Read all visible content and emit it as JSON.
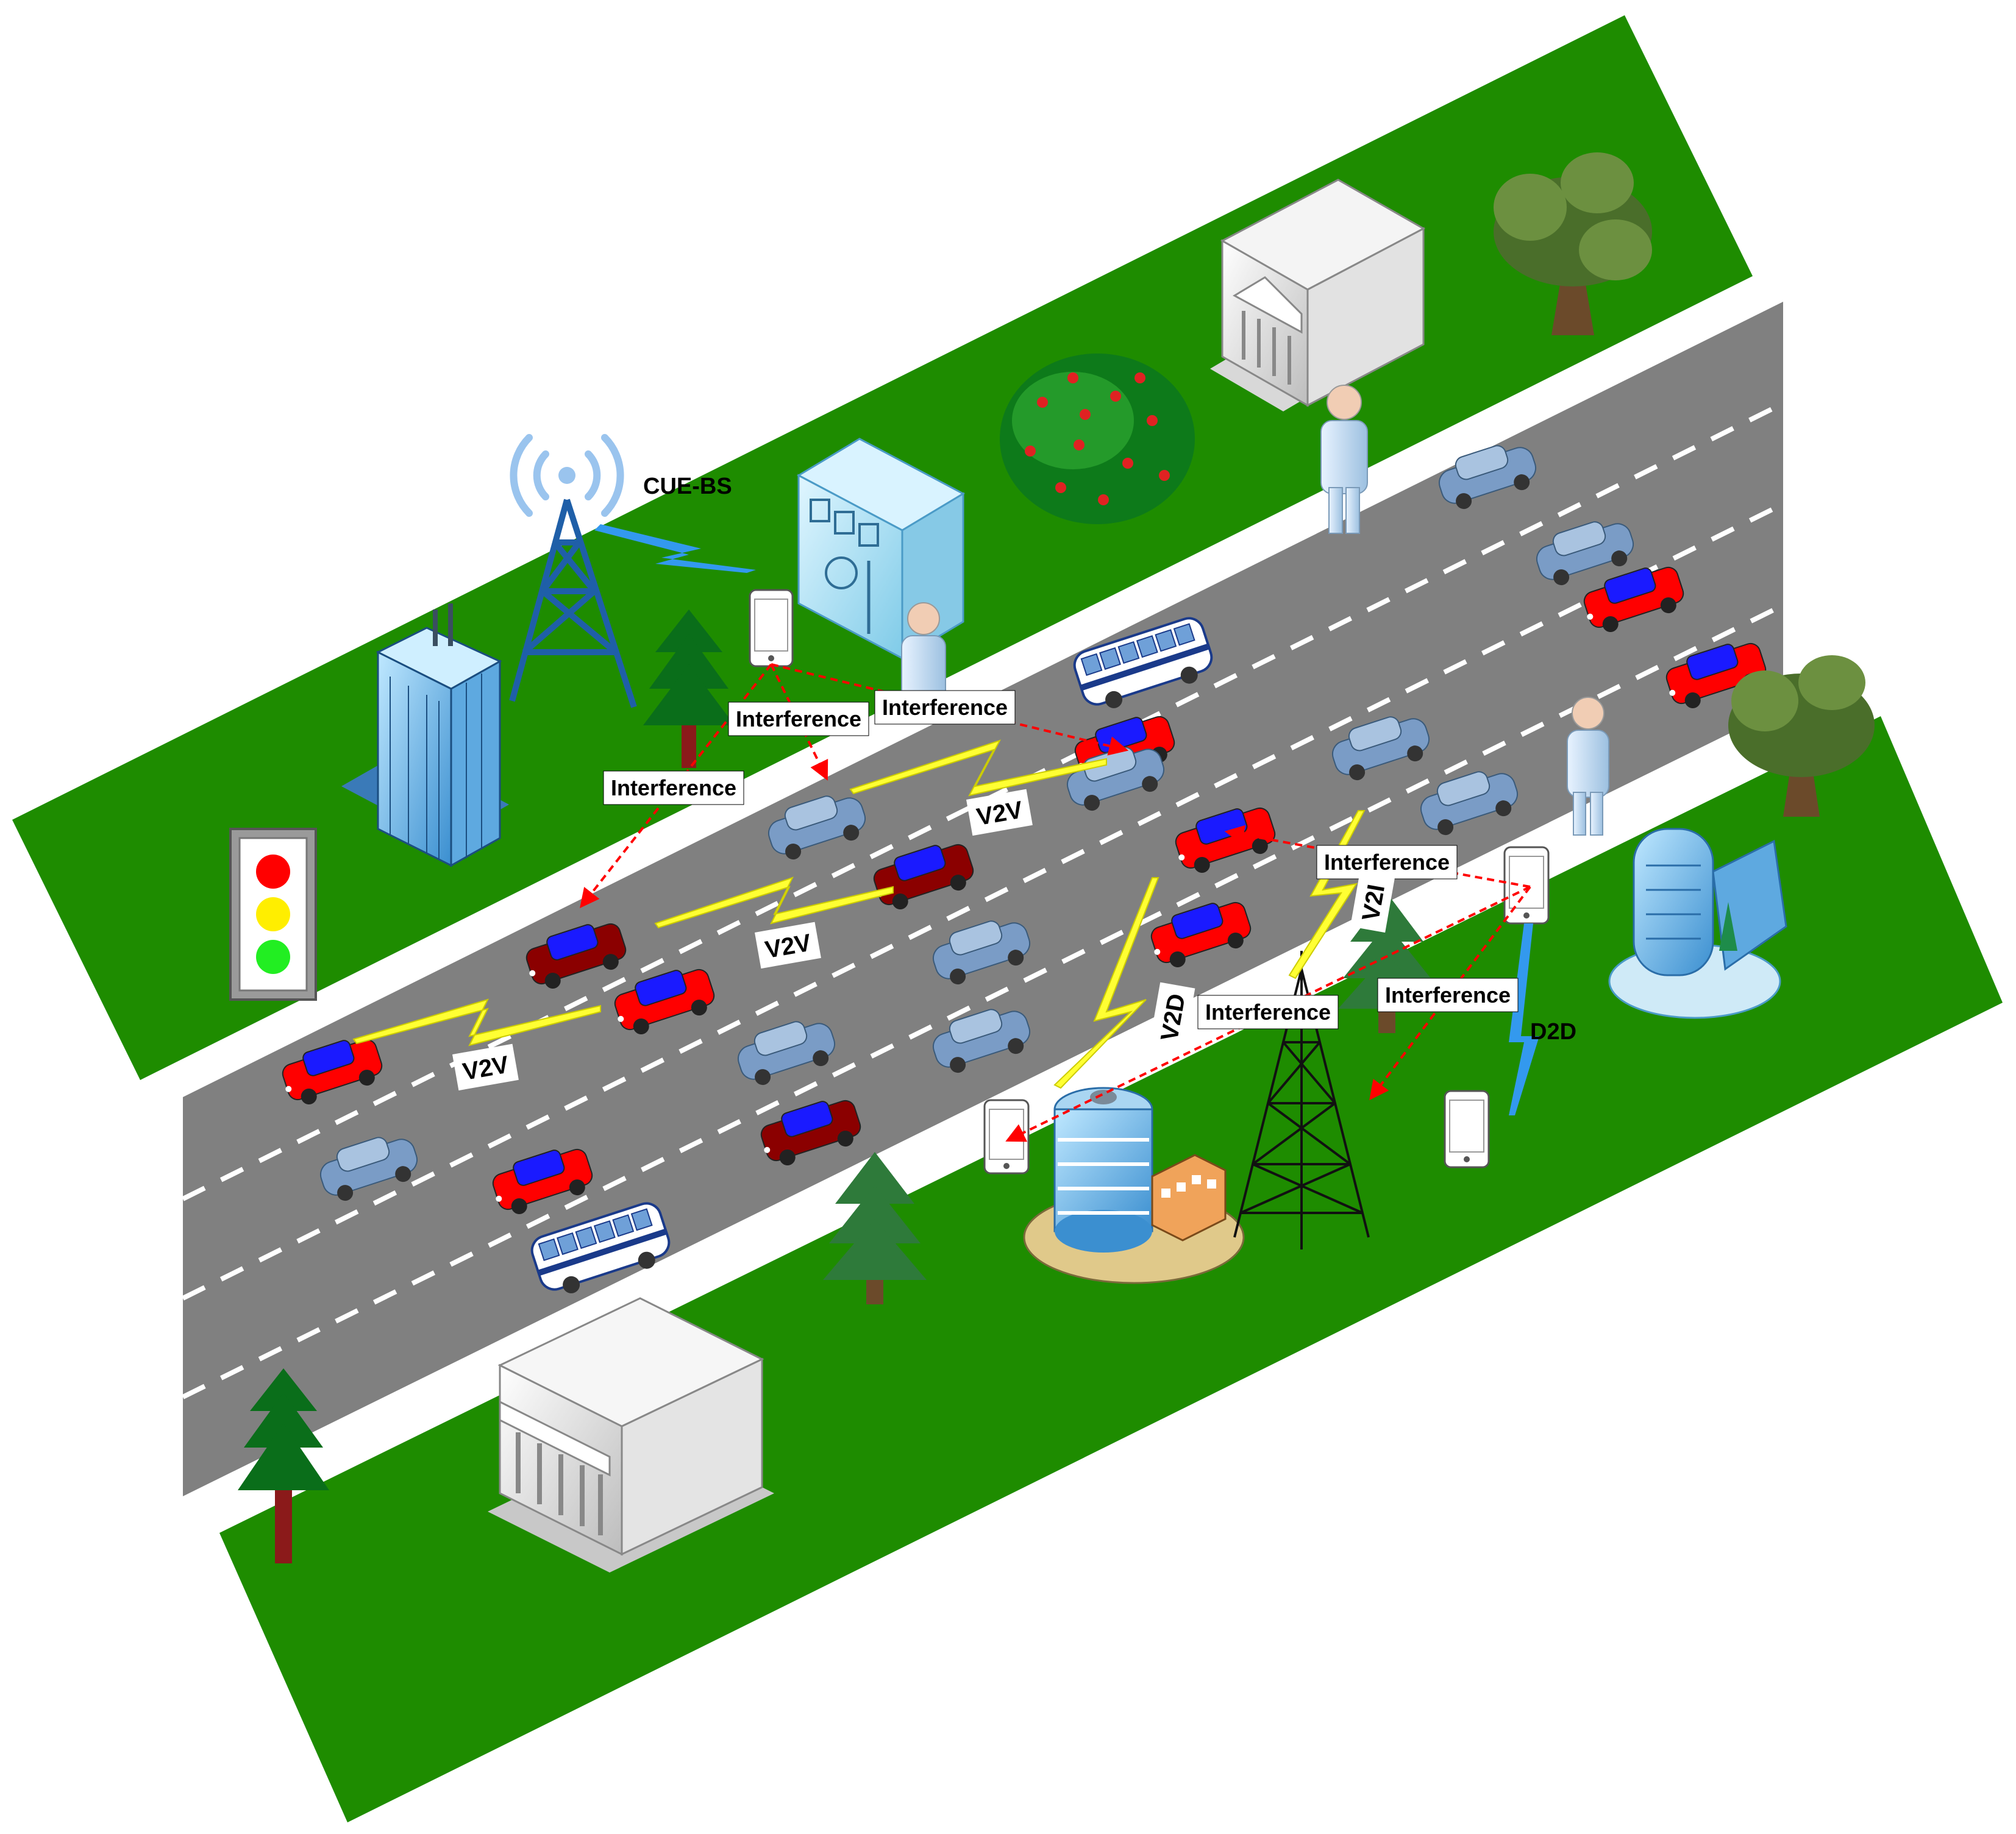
{
  "labels": {
    "cue_bs": "CUE-BS",
    "d2d": "D2D",
    "v2v": "V2V",
    "v2d": "V2D",
    "v2i": "V2I",
    "interference": "Interference"
  },
  "colors": {
    "grass": "#1e8c00",
    "road": "#808080",
    "lane_marking": "#ffffff",
    "red_car": "#ff0000",
    "dark_red_car": "#8b0000",
    "car_roof": "#1a1aff",
    "blue_car": "#7a9cc6",
    "bus": "#ffffff",
    "v2v_link": "#ffff33",
    "cue_link": "#3399ee",
    "interference_arrow": "#ff0000",
    "traffic_red": "#ff0000",
    "traffic_yellow": "#ffee00",
    "traffic_green": "#22ee22"
  },
  "icons": [
    "cell-tower-icon",
    "wifi-signal-icon",
    "smartphone-icon",
    "person-icon",
    "office-building-icon",
    "bank-building-icon",
    "utility-box-icon",
    "tree-icon",
    "pine-tree-icon",
    "bush-icon",
    "traffic-light-icon",
    "lattice-tower-icon",
    "car-icon",
    "bus-icon"
  ]
}
